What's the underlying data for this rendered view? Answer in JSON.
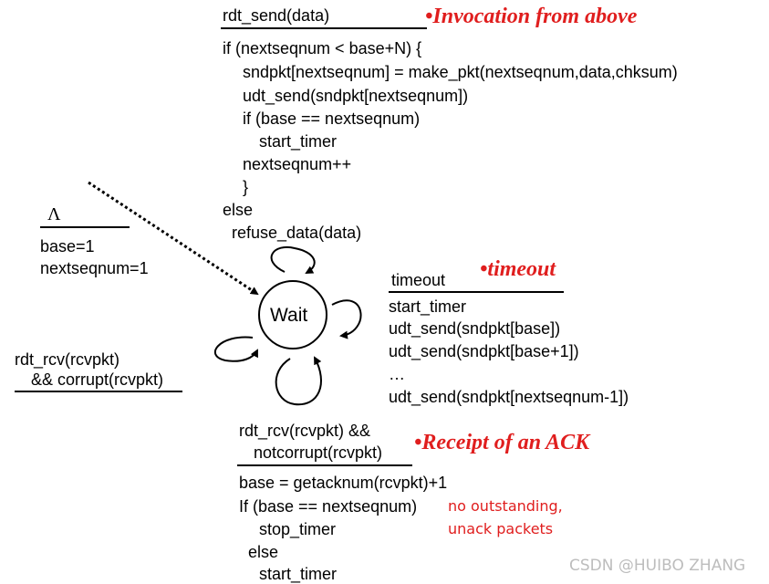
{
  "send": {
    "event": "rdt_send(data)",
    "caption": "•Invocation from above",
    "lines": [
      "if (nextseqnum < base+N) {",
      "sndpkt[nextseqnum] = make_pkt(nextseqnum,data,chksum)",
      "udt_send(sndpkt[nextseqnum])",
      "if (base == nextseqnum)",
      "start_timer",
      "nextseqnum++",
      "}",
      "else",
      "refuse_data(data)"
    ]
  },
  "init": {
    "event": "Λ",
    "lines": [
      "base=1",
      "nextseqnum=1"
    ]
  },
  "state": {
    "label": "Wait"
  },
  "timeout": {
    "event": "timeout",
    "caption": "•timeout",
    "lines": [
      "start_timer",
      "udt_send(sndpkt[base])",
      "udt_send(sndpkt[base+1])",
      "…",
      "udt_send(sndpkt[nextseqnum-1])"
    ]
  },
  "corrupt": {
    "lines": [
      "rdt_rcv(rcvpkt)",
      "&& corrupt(rcvpkt)"
    ]
  },
  "ack": {
    "event_lines": [
      "rdt_rcv(rcvpkt) &&",
      "notcorrupt(rcvpkt)"
    ],
    "caption": "•Receipt of an ACK",
    "lines": [
      "base = getacknum(rcvpkt)+1",
      "If (base == nextseqnum)",
      "stop_timer",
      "else",
      "start_timer"
    ],
    "note_lines": [
      "no outstanding,",
      "unack packets"
    ]
  },
  "watermark": "CSDN @HUIBO ZHANG"
}
